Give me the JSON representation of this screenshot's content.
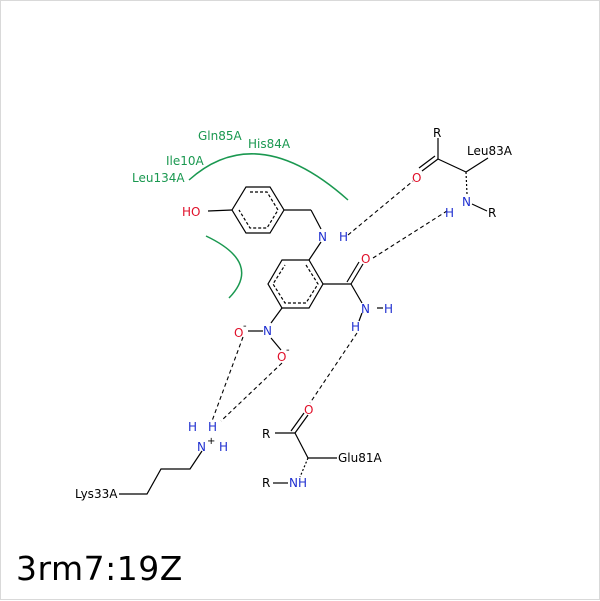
{
  "title": "3rm7:19Z",
  "residues": {
    "gln85": "Gln85A",
    "his84": "His84A",
    "ile10": "Ile10A",
    "leu134": "Leu134A",
    "leu83": "Leu83A",
    "glu81": "Glu81A",
    "lys33": "Lys33A"
  },
  "atoms": {
    "ho": "HO",
    "n_amine": "N",
    "h_amine": "H",
    "o_amide": "O",
    "n_amide": "N",
    "h_amide_r": "H",
    "h_amide_b": "H",
    "o_nitro1": "O",
    "o_nitro1_charge": "-",
    "n_nitro": "N",
    "o_nitro2": "O",
    "o_nitro2_charge": "-",
    "leu83_r_top": "R",
    "leu83_o": "O",
    "leu83_n": "N",
    "leu83_h": "H",
    "leu83_r": "R",
    "glu81_o": "O",
    "glu81_r_left": "R",
    "glu81_r_bottom": "R",
    "glu81_nh": "NH",
    "lys_h_top": "H",
    "lys_h_mid": "H",
    "lys_n": "N",
    "lys_plus": "+",
    "lys_h_right": "H"
  },
  "colors": {
    "hydrophobic": "#1a9850",
    "oxygen": "#e0102a",
    "nitrogen": "#1f2fd0",
    "bond": "#000000"
  }
}
